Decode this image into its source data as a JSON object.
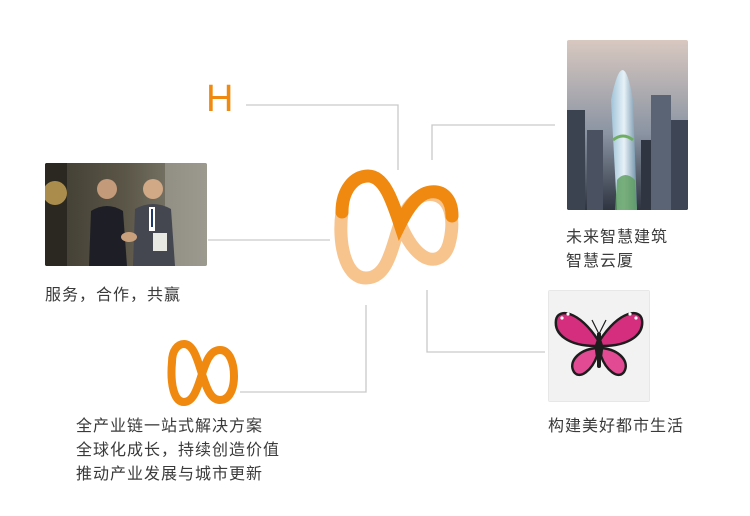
{
  "logo": {
    "letter": "H"
  },
  "captions": {
    "business": "服务，合作，共赢",
    "tower_line1": "未来智慧建筑",
    "tower_line2": "智慧云厦",
    "butterfly": "构建美好都市生活",
    "industry_line1": "全产业链一站式解决方案",
    "industry_line2": "全球化成长，持续创造价值",
    "industry_line3": "推动产业发展与城市更新"
  },
  "colors": {
    "accent_orange": "#f0890f",
    "accent_light": "#f7c48e",
    "connector_gray": "#c9c9c9"
  }
}
